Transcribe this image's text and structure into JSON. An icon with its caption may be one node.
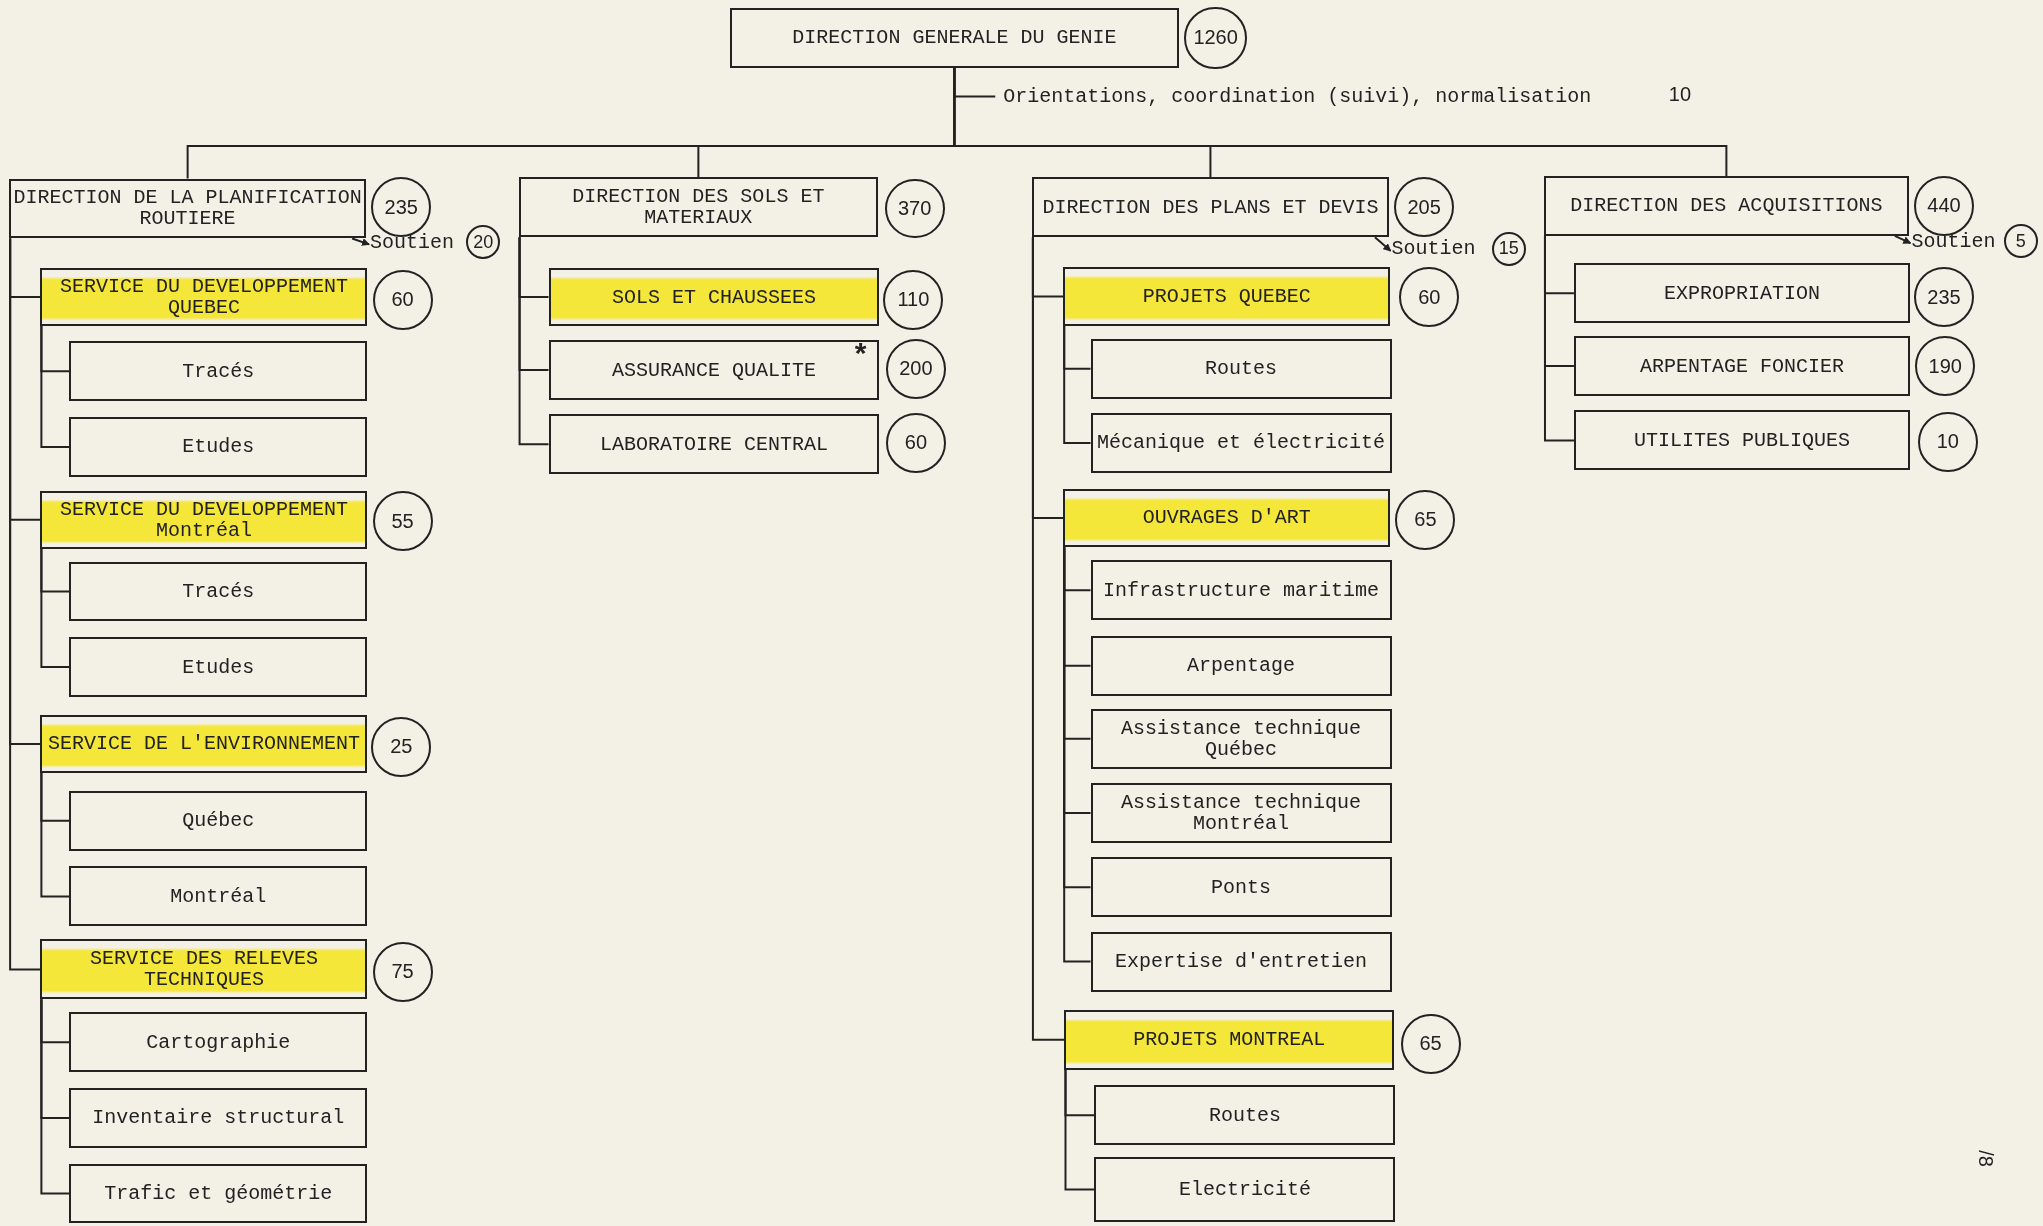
{
  "diagram": {
    "nodes": [
      {
        "text": [
          "DIRECTION GENERALE DU GENIE"
        ],
        "beside": [
          "1260"
        ]
      },
      {
        "text": [
          "Orientations, coordination (suivi), normalisation"
        ],
        "beside": [
          "10"
        ]
      },
      {
        "text": [
          "DIRECTION DE LA PLANIFICATION ROUTIERE"
        ],
        "beside": [
          "235"
        ]
      },
      {
        "text": [
          "Soutien"
        ],
        "beside": [
          "20"
        ]
      },
      {
        "text": [
          "SERVICE DU DEVELOPPEMENT QUEBEC"
        ],
        "beside": [
          "60"
        ]
      },
      {
        "text": [
          "Tracés"
        ]
      },
      {
        "text": [
          "Etudes"
        ]
      },
      {
        "text": [
          "SERVICE DU DEVELOPPEMENT Montréal"
        ],
        "beside": [
          "55"
        ]
      },
      {
        "text": [
          "Tracés"
        ]
      },
      {
        "text": [
          "Etudes"
        ]
      },
      {
        "text": [
          "SERVICE DE L'ENVIRONNEMENT"
        ],
        "beside": [
          "25"
        ]
      },
      {
        "text": [
          "Québec"
        ]
      },
      {
        "text": [
          "Montréal"
        ]
      },
      {
        "text": [
          "SERVICE DES RELEVES TECHNIQUES"
        ],
        "beside": [
          "75"
        ]
      },
      {
        "text": [
          "Cartographie"
        ]
      },
      {
        "text": [
          "Inventaire structural"
        ]
      },
      {
        "text": [
          "Trafic et géométrie"
        ]
      },
      {
        "text": [
          "DIRECTION DES SOLS ET MATERIAUX"
        ],
        "beside": [
          "370"
        ]
      },
      {
        "text": [
          "SOLS ET CHAUSSEES"
        ],
        "beside": [
          "110"
        ]
      },
      {
        "text": [
          "ASSURANCE QUALITE"
        ],
        "beside": [
          "200"
        ]
      },
      {
        "text": [
          "LABORATOIRE CENTRAL"
        ],
        "beside": [
          "60"
        ]
      },
      {
        "text": [
          "DIRECTION DES PLANS ET DEVIS"
        ],
        "beside": [
          "205"
        ]
      },
      {
        "text": [
          "Soutien"
        ],
        "beside": [
          "15"
        ]
      },
      {
        "text": [
          "PROJETS QUEBEC"
        ],
        "beside": [
          "60"
        ]
      },
      {
        "text": [
          "Routes"
        ]
      },
      {
        "text": [
          "Mécanique et électricité"
        ]
      },
      {
        "text": [
          "OUVRAGES D'ART"
        ],
        "beside": [
          "65"
        ]
      },
      {
        "text": [
          "Infrastructure maritime"
        ]
      },
      {
        "text": [
          "Arpentage"
        ]
      },
      {
        "text": [
          "Assistance technique Québec"
        ]
      },
      {
        "text": [
          "Assistance technique Montréal"
        ]
      },
      {
        "text": [
          "Ponts"
        ]
      },
      {
        "text": [
          "Expertise d'entretien"
        ]
      },
      {
        "text": [
          "PROJETS MONTREAL"
        ],
        "beside": [
          "65"
        ]
      },
      {
        "text": [
          "Routes"
        ]
      },
      {
        "text": [
          "Electricité"
        ]
      },
      {
        "text": [
          "DIRECTION DES ACQUISITIONS"
        ],
        "beside": [
          "440"
        ]
      },
      {
        "text": [
          "Soutien"
        ],
        "beside": [
          "5"
        ]
      },
      {
        "text": [
          "EXPROPRIATION"
        ],
        "beside": [
          "235"
        ]
      },
      {
        "text": [
          "ARPENTAGE FONCIER"
        ],
        "beside": [
          "190"
        ]
      },
      {
        "text": [
          "UTILITES PUBLIQUES"
        ],
        "beside": [
          "10"
        ]
      }
    ],
    "edges": [
      {
        "from": 0,
        "to": 1,
        "arrow": "none"
      },
      {
        "from": 0,
        "to": 2,
        "arrow": "none"
      },
      {
        "from": 0,
        "to": 17,
        "arrow": "none"
      },
      {
        "from": 0,
        "to": 21,
        "arrow": "none"
      },
      {
        "from": 0,
        "to": 36,
        "arrow": "none"
      },
      {
        "from": 2,
        "to": 3,
        "arrow": "to"
      },
      {
        "from": 2,
        "to": 4,
        "arrow": "none"
      },
      {
        "from": 4,
        "to": 5,
        "arrow": "none"
      },
      {
        "from": 4,
        "to": 6,
        "arrow": "none"
      },
      {
        "from": 2,
        "to": 7,
        "arrow": "none"
      },
      {
        "from": 7,
        "to": 8,
        "arrow": "none"
      },
      {
        "from": 7,
        "to": 9,
        "arrow": "none"
      },
      {
        "from": 2,
        "to": 10,
        "arrow": "none"
      },
      {
        "from": 10,
        "to": 11,
        "arrow": "none"
      },
      {
        "from": 10,
        "to": 12,
        "arrow": "none"
      },
      {
        "from": 2,
        "to": 13,
        "arrow": "none"
      },
      {
        "from": 13,
        "to": 14,
        "arrow": "none"
      },
      {
        "from": 13,
        "to": 15,
        "arrow": "none"
      },
      {
        "from": 13,
        "to": 16,
        "arrow": "none"
      },
      {
        "from": 17,
        "to": 18,
        "arrow": "none"
      },
      {
        "from": 17,
        "to": 19,
        "arrow": "none"
      },
      {
        "from": 17,
        "to": 20,
        "arrow": "none"
      },
      {
        "from": 21,
        "to": 22,
        "arrow": "to"
      },
      {
        "from": 21,
        "to": 23,
        "arrow": "none"
      },
      {
        "from": 23,
        "to": 24,
        "arrow": "none"
      },
      {
        "from": 23,
        "to": 25,
        "arrow": "none"
      },
      {
        "from": 21,
        "to": 26,
        "arrow": "none"
      },
      {
        "from": 26,
        "to": 27,
        "arrow": "none"
      },
      {
        "from": 26,
        "to": 28,
        "arrow": "none"
      },
      {
        "from": 26,
        "to": 29,
        "arrow": "none"
      },
      {
        "from": 26,
        "to": 30,
        "arrow": "none"
      },
      {
        "from": 26,
        "to": 31,
        "arrow": "none"
      },
      {
        "from": 26,
        "to": 32,
        "arrow": "none"
      },
      {
        "from": 21,
        "to": 33,
        "arrow": "none"
      },
      {
        "from": 33,
        "to": 34,
        "arrow": "none"
      },
      {
        "from": 33,
        "to": 35,
        "arrow": "none"
      },
      {
        "from": 36,
        "to": 37,
        "arrow": "to"
      },
      {
        "from": 36,
        "to": 38,
        "arrow": "none"
      },
      {
        "from": 36,
        "to": 39,
        "arrow": "none"
      },
      {
        "from": 36,
        "to": 40,
        "arrow": "none"
      }
    ],
    "labels": [
      "*",
      "/8"
    ]
  }
}
